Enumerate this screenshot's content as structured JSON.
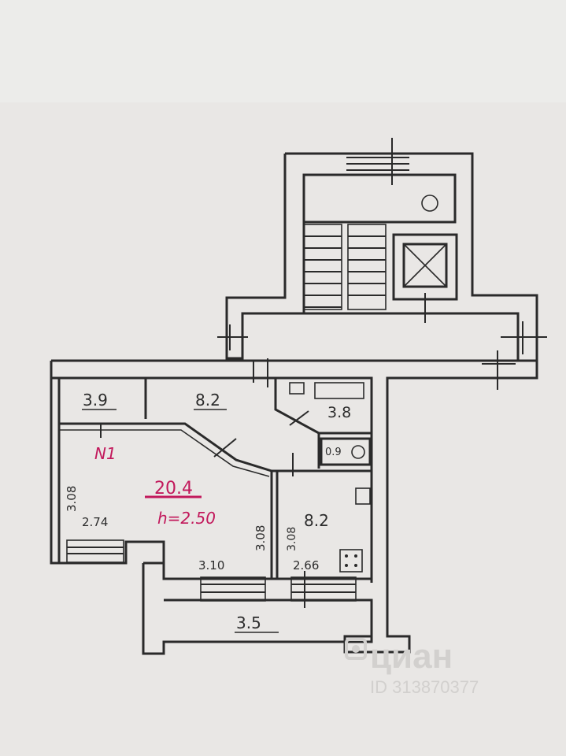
{
  "plan": {
    "areas": {
      "room_small": "3.9",
      "kitchen": "8.2",
      "bathroom": "3.8",
      "wc": "0.9",
      "living": "20.4",
      "bedroom": "8.2",
      "balcony": "3.5"
    },
    "apt_number": "N1",
    "ceiling_height": "h=2.50",
    "dimensions": {
      "left_wall": "3.08",
      "living_bottom_left": "2.74",
      "living_right": "3.08",
      "living_bottom": "3.10",
      "bedroom_left": "3.08",
      "bedroom_bottom": "2.66"
    }
  },
  "watermark": {
    "brand": "циан",
    "listing_id": "ID 313870377"
  }
}
